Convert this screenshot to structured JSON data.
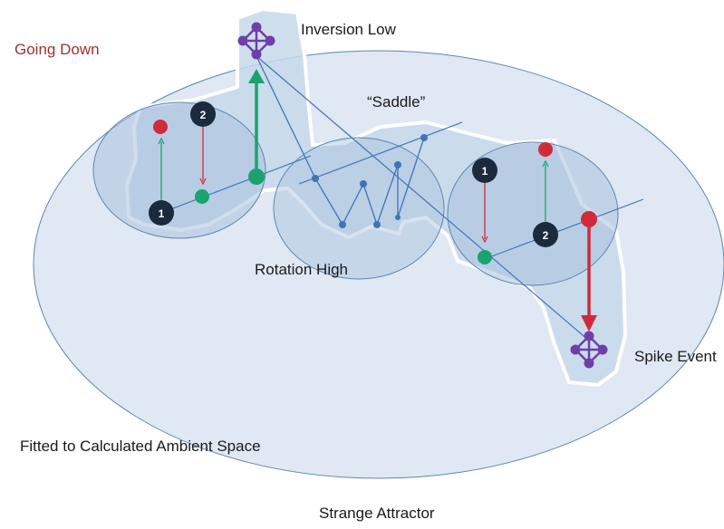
{
  "labels": {
    "going_down": "Going Down",
    "inversion_low": "Inversion Low",
    "saddle": "“Saddle”",
    "rotation_high": "Rotation High",
    "spike_event": "Spike Event",
    "ambient_space": "Fitted to Calculated Ambient Space",
    "strange_attractor": "Strange Attractor"
  },
  "markers": {
    "left_step_1": "1",
    "left_step_2": "2",
    "right_step_1": "1",
    "right_step_2": "2"
  },
  "colors": {
    "accent_red": "#d12a3a",
    "accent_green": "#1aa36f",
    "node_dark": "#1b2a3c",
    "event_purple": "#6f3fa8",
    "line_blue": "#3f74b8",
    "going_down_text": "#9e3030"
  }
}
